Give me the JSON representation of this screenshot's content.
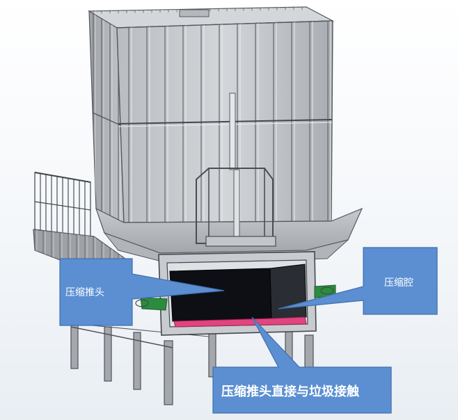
{
  "callouts": {
    "push_head": "压缩推头",
    "chamber": "压缩腔",
    "contact": "压缩推头直接与垃圾接触"
  },
  "colors": {
    "callout_fill": "#5b8fd2",
    "callout_border": "#3f6fae",
    "machine_light": "#c9ccd0",
    "machine_dark": "#8e9297",
    "panel_line": "#55595e",
    "chamber_dark": "#0d0f14",
    "contact_surface": "#e0457f",
    "accent_green": "#2b8c3d"
  }
}
